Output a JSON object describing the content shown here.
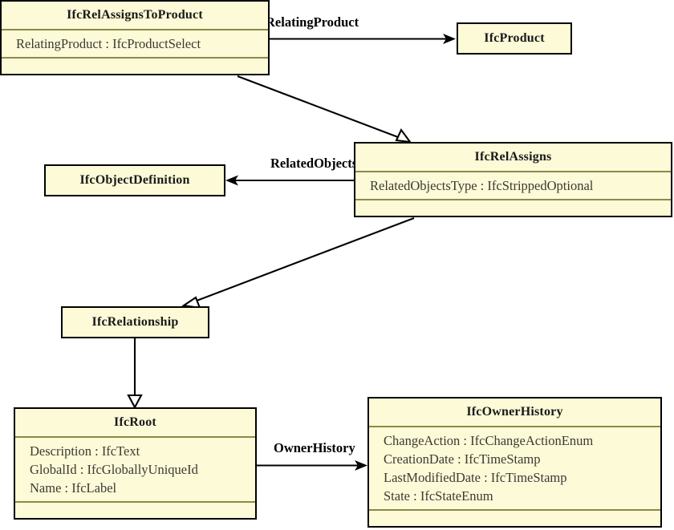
{
  "diagram": {
    "type": "uml-class-diagram",
    "title": "",
    "colors": {
      "class_fill": "#fcfad7",
      "class_border": "#000000",
      "compartment_separator": "#8a8a4a",
      "attribute_text": "#3c3a33",
      "title_text": "#1a1a1a",
      "edge": "#000000",
      "background": "#ffffff"
    },
    "classes": [
      {
        "id": "IfcRelAssignsToProduct",
        "name": "IfcRelAssignsToProduct",
        "attributes": [
          "RelatingProduct : IfcProductSelect"
        ],
        "has_empty_compartment": true
      },
      {
        "id": "IfcProduct",
        "name": "IfcProduct",
        "attributes": [],
        "has_empty_compartment": false
      },
      {
        "id": "IfcRelAssigns",
        "name": "IfcRelAssigns",
        "attributes": [
          "RelatedObjectsType : IfcStrippedOptional"
        ],
        "has_empty_compartment": true
      },
      {
        "id": "IfcObjectDefinition",
        "name": "IfcObjectDefinition",
        "attributes": [],
        "has_empty_compartment": false
      },
      {
        "id": "IfcRelationship",
        "name": "IfcRelationship",
        "attributes": [],
        "has_empty_compartment": false
      },
      {
        "id": "IfcRoot",
        "name": "IfcRoot",
        "attributes": [
          "Description : IfcText",
          "GlobalId : IfcGloballyUniqueId",
          "Name : IfcLabel"
        ],
        "has_empty_compartment": true
      },
      {
        "id": "IfcOwnerHistory",
        "name": "IfcOwnerHistory",
        "attributes": [
          "ChangeAction : IfcChangeActionEnum",
          "CreationDate : IfcTimeStamp",
          "LastModifiedDate : IfcTimeStamp",
          "State : IfcStateEnum"
        ],
        "has_empty_compartment": true
      }
    ],
    "relationships": [
      {
        "id": "rel-relating-product",
        "kind": "association",
        "label": "RelatingProduct",
        "from": "IfcRelAssignsToProduct",
        "to": "IfcProduct"
      },
      {
        "id": "rel-generalization-product-to-assigns",
        "kind": "generalization",
        "label": "",
        "from": "IfcRelAssignsToProduct",
        "to": "IfcRelAssigns"
      },
      {
        "id": "rel-related-objects",
        "kind": "association",
        "label": "RelatedObjects",
        "from": "IfcRelAssigns",
        "to": "IfcObjectDefinition"
      },
      {
        "id": "rel-generalization-assigns-to-relationship",
        "kind": "generalization",
        "label": "",
        "from": "IfcRelAssigns",
        "to": "IfcRelationship"
      },
      {
        "id": "rel-generalization-relationship-to-root",
        "kind": "generalization",
        "label": "",
        "from": "IfcRelationship",
        "to": "IfcRoot"
      },
      {
        "id": "rel-owner-history",
        "kind": "association",
        "label": "OwnerHistory",
        "from": "IfcRoot",
        "to": "IfcOwnerHistory"
      }
    ]
  }
}
